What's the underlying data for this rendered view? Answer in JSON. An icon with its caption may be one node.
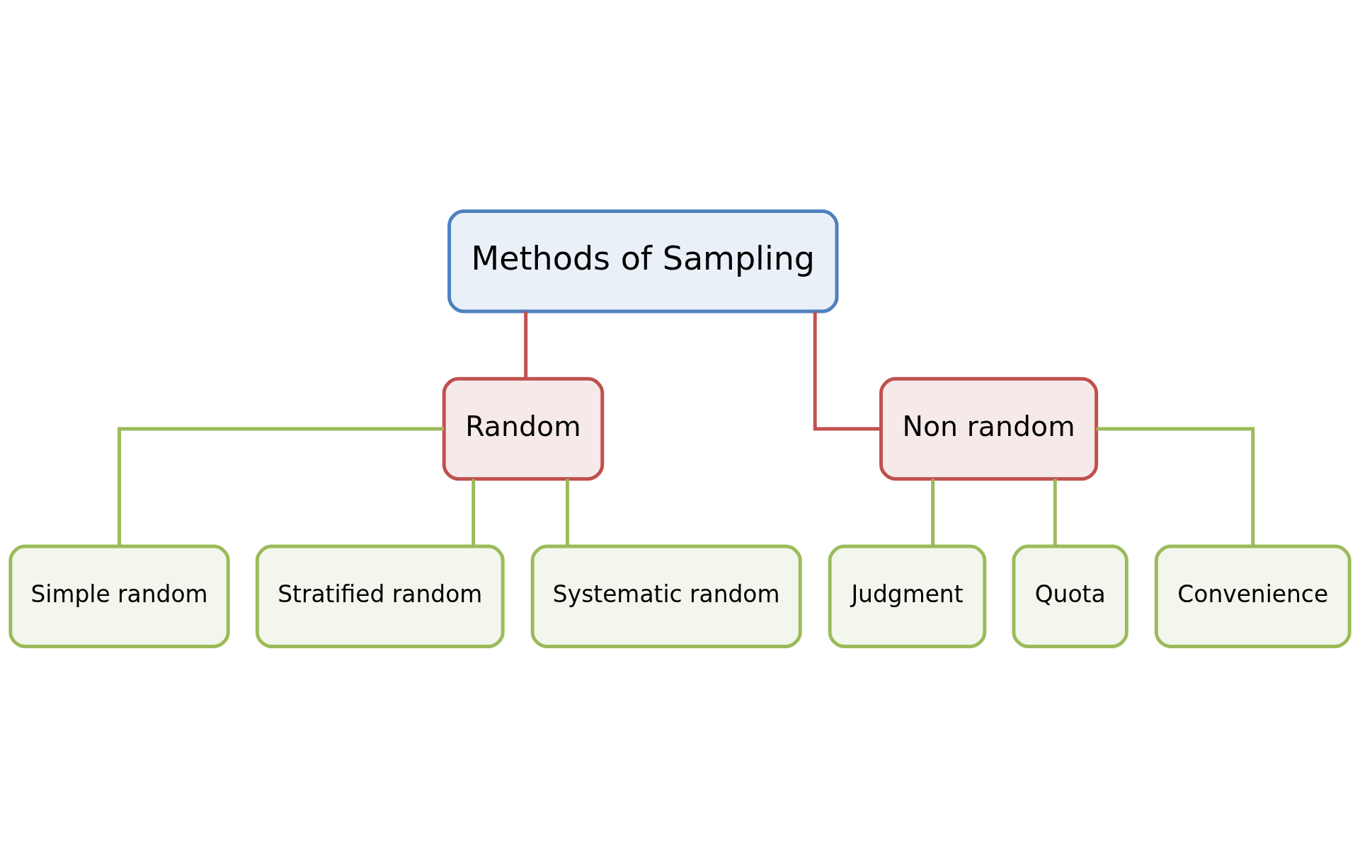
{
  "diagram": {
    "nodes": [
      {
        "text": [
          "Methods of Sampling"
        ]
      },
      {
        "text": [
          "Random"
        ]
      },
      {
        "text": [
          "Non random"
        ]
      },
      {
        "text": [
          "Simple random"
        ]
      },
      {
        "text": [
          "Stratified random"
        ]
      },
      {
        "text": [
          "Systematic random"
        ]
      },
      {
        "text": [
          "Judgment"
        ]
      },
      {
        "text": [
          "Quota"
        ]
      },
      {
        "text": [
          "Convenience"
        ]
      }
    ],
    "edges": [
      {
        "from": 0,
        "to": 1,
        "arrow": "none",
        "color": "#c0504d"
      },
      {
        "from": 0,
        "to": 2,
        "arrow": "none",
        "color": "#c0504d"
      },
      {
        "from": 1,
        "to": 3,
        "arrow": "none"
      },
      {
        "from": 1,
        "to": 4,
        "arrow": "none"
      },
      {
        "from": 1,
        "to": 5,
        "arrow": "none"
      },
      {
        "from": 2,
        "to": 6,
        "arrow": "none"
      },
      {
        "from": 2,
        "to": 7,
        "arrow": "none"
      },
      {
        "from": 2,
        "to": 8,
        "arrow": "none"
      }
    ]
  }
}
